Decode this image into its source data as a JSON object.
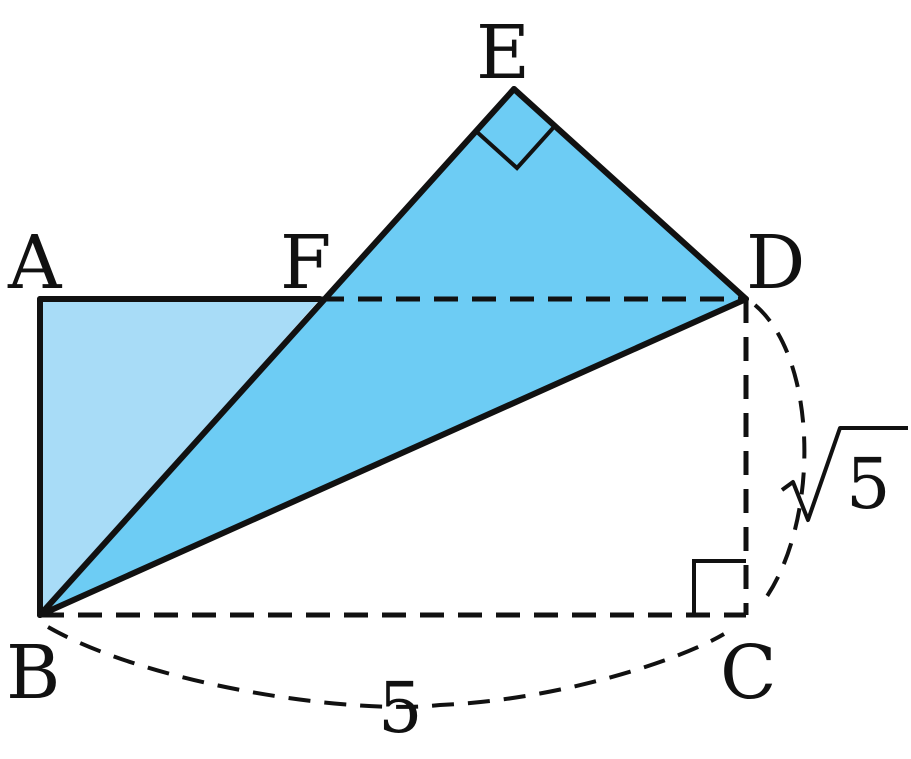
{
  "points": {
    "A": "A",
    "B": "B",
    "C": "C",
    "D": "D",
    "E": "E",
    "F": "F"
  },
  "lengths": {
    "bc": "5",
    "cd_radical": "√",
    "cd_radicand": "5"
  },
  "colors": {
    "light_fill": "#a8dcf7",
    "dark_fill": "#6dccf4",
    "stroke": "#111111"
  }
}
